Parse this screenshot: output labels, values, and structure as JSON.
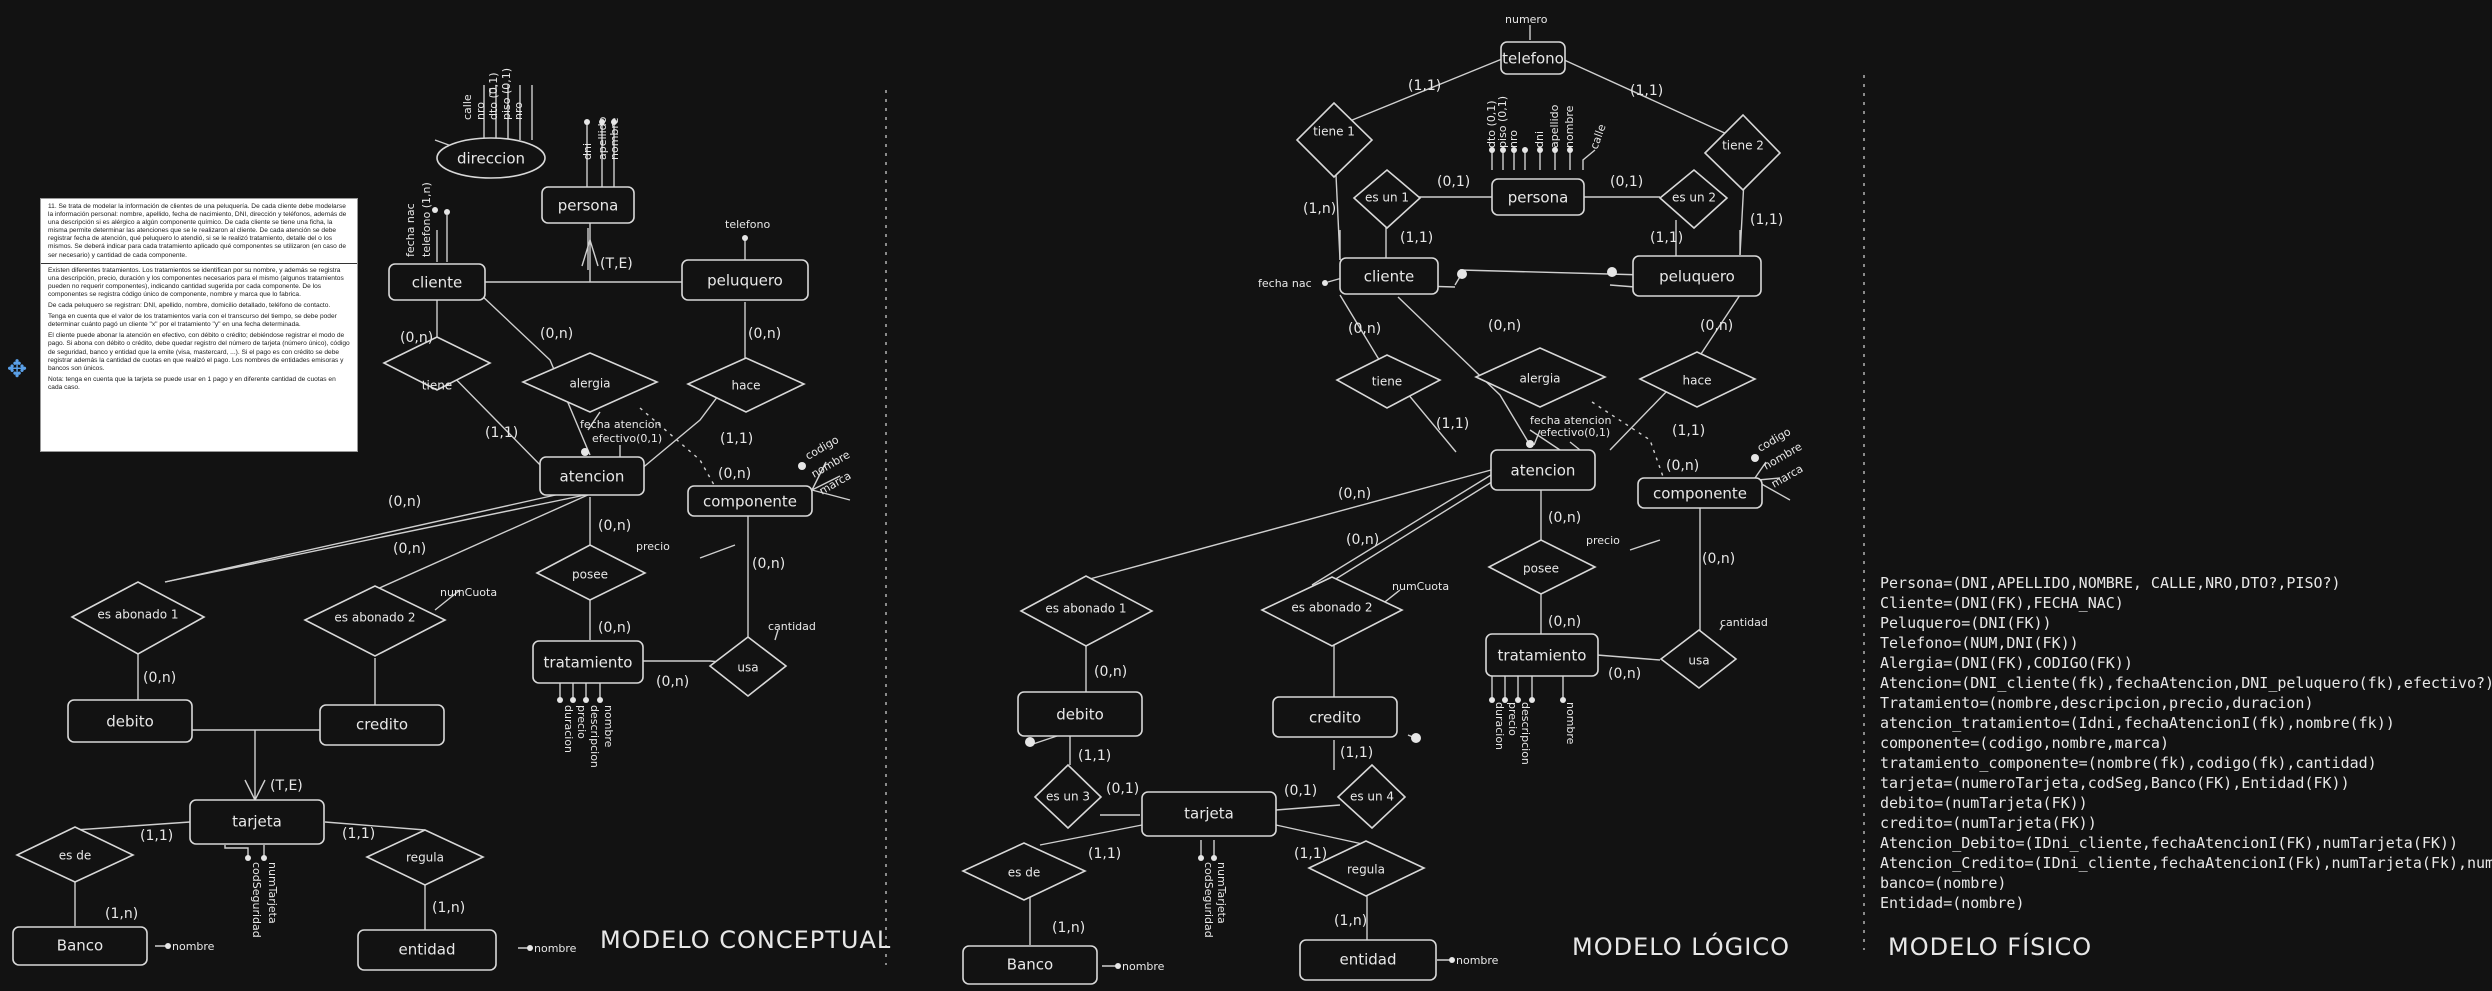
{
  "sections": {
    "conceptual": "MODELO CONCEPTUAL",
    "logical": "MODELO LÓGICO",
    "physical": "MODELO FÍSICO"
  },
  "statement": {
    "p1": "11. Se trata de modelar la información de clientes de una peluquería. De cada cliente debe modelarse la información personal: nombre, apellido, fecha de nacimiento, DNI, dirección y teléfonos, además de una descripción si es alérgico a algún componente químico. De cada cliente se tiene una ficha, la misma permite determinar las atenciones que se le realizaron al cliente. De cada atención se debe registrar fecha de atención, qué peluquero lo atendió, si se le realizó tratamiento, detalle del o los mismos. Se deberá indicar para cada tratamiento aplicado qué componentes se utilizaron (en caso de ser necesario) y cantidad de cada componente.",
    "p2": "Existen diferentes tratamientos. Los tratamientos se identifican por su nombre, y además se registra una descripción, precio, duración y los componentes necesarios para el mismo (algunos tratamientos pueden no requerir componentes), indicando cantidad sugerida por cada componente. De los componentes se registra código único de componente, nombre y marca que lo fabrica.",
    "p3": "De cada peluquero se registran: DNI, apellido, nombre, domicilio detallado, teléfono de contacto.",
    "p4": "Tenga en cuenta que el valor de los tratamientos varía con el transcurso del tiempo, se debe poder determinar cuánto pagó un cliente \"x\" por el tratamiento \"y\" en una fecha determinada.",
    "p5": "El cliente puede abonar la atención en efectivo, con débito o crédito; debiéndose registrar el modo de pago. Si abona con débito o crédito, debe quedar registro del número de tarjeta (número único), código de seguridad, banco y entidad que la emite (visa, mastercard, ...). Si el pago es con crédito se debe registrar además la cantidad de cuotas en que realizó el pago. Los nombres de entidades emisoras y bancos son únicos.",
    "p6": "Nota: tenga en cuenta que la tarjeta se puede usar en 1 pago y en diferente cantidad de cuotas en cada caso."
  },
  "conceptual": {
    "entities": {
      "persona": "persona",
      "cliente": "cliente",
      "peluquero": "peluquero",
      "atencion": "atencion",
      "componente": "componente",
      "tratamiento": "tratamiento",
      "debito": "debito",
      "credito": "credito",
      "tarjeta": "tarjeta",
      "banco": "Banco",
      "entidad": "entidad"
    },
    "relations": {
      "tiene": "tiene",
      "alergia": "alergia",
      "hace": "hace",
      "posee": "posee",
      "usa": "usa",
      "abonado1": "es abonado 1",
      "abonado2": "es abonado 2",
      "esde": "es de",
      "regula": "regula"
    },
    "composite": "direccion",
    "attrs": {
      "dir": [
        "calle",
        "nro",
        "dto (0,1)",
        "piso (0,1)",
        "nro"
      ],
      "persona": [
        "dni",
        "apellido",
        "nombre"
      ],
      "cliente": [
        "fecha nac",
        "telefono (1,n)"
      ],
      "peluquero": "telefono",
      "atencion": [
        "fecha atencion",
        "efectivo(0,1)"
      ],
      "componente": [
        "codigo",
        "nombre",
        "marca"
      ],
      "posee": "precio",
      "tratamiento": [
        "duracion",
        "precio",
        "descripcion",
        "nombre"
      ],
      "usa": "cantidad",
      "abonado2": "numCuota",
      "tarjeta": [
        "codSeguridad",
        "numTarjeta"
      ],
      "banco": "nombre",
      "entidad": "nombre"
    },
    "cards": {
      "te1": "(T,E)",
      "te2": "(T,E)",
      "c_cli_tiene": "(0,n)",
      "c_cli_alergia": "(0,n)",
      "c_pel_hace": "(0,n)",
      "c_at_tiene": "(1,1)",
      "c_at_hace": "(1,1)",
      "c_comp_alergia": "(0,n)",
      "c_at_posee": "(0,n)",
      "c_trat_posee": "(0,n)",
      "c_comp_usa": "(0,n)",
      "c_trat_usa": "(0,n)",
      "c_at_ab1": "(0,n)",
      "c_at_ab2": "(0,n)",
      "c_deb": "(0,n)",
      "c_tar_esde": "(1,1)",
      "c_tar_reg": "(1,1)",
      "c_banco": "(1,n)",
      "c_entidad": "(1,n)"
    }
  },
  "logical": {
    "entities": {
      "telefono": "telefono",
      "persona": "persona",
      "cliente": "cliente",
      "peluquero": "peluquero",
      "atencion": "atencion",
      "componente": "componente",
      "tratamiento": "tratamiento",
      "debito": "debito",
      "credito": "credito",
      "tarjeta": "tarjeta",
      "banco": "Banco",
      "entidad": "entidad"
    },
    "relations": {
      "tiene1": "tiene 1",
      "tiene2": "tiene 2",
      "esun1": "es un 1",
      "esun2": "es un 2",
      "esun3": "es un 3",
      "esun4": "es un 4",
      "tiene": "tiene",
      "alergia": "alergia",
      "hace": "hace",
      "posee": "posee",
      "usa": "usa",
      "abonado1": "es abonado 1",
      "abonado2": "es abonado 2",
      "esde": "es de",
      "regula": "regula"
    },
    "attrs": {
      "telefono": "numero",
      "persona": [
        "dto (0,1)",
        "piso (0,1)",
        "nro",
        "dni",
        "apellido",
        "nombre",
        "calle"
      ],
      "cliente": "fecha nac",
      "atencion": [
        "fecha atencion",
        "efectivo(0,1)"
      ],
      "componente": [
        "codigo",
        "nombre",
        "marca"
      ],
      "posee": "precio",
      "tratamiento": [
        "duracion",
        "precio",
        "descripcion",
        "nombre"
      ],
      "usa": "cantidad",
      "abonado2": "numCuota",
      "tarjeta": [
        "codSeguridad",
        "numTarjeta"
      ],
      "banco": "nombre",
      "entidad": "nombre"
    },
    "cards": {
      "tel1": "(1,1)",
      "tel2": "(1,1)",
      "t1n": "(1,n)",
      "t2n": "(1,1)",
      "eu1a": "(0,1)",
      "eu1b": "(1,1)",
      "eu2a": "(0,1)",
      "eu2b": "(1,1)",
      "cli_tiene": "(0,n)",
      "cli_alergia": "(0,n)",
      "pel_hace": "(0,n)",
      "at_tiene": "(1,1)",
      "at_hace": "(1,1)",
      "comp_al": "(0,n)",
      "at_posee": "(0,n)",
      "trat_posee": "(0,n)",
      "comp_usa": "(0,n)",
      "trat_usa": "(0,n)",
      "at_ab1": "(0,n)",
      "at_ab2": "(0,n)",
      "deb": "(0,n)",
      "eu3a": "(1,1)",
      "eu3b": "(0,1)",
      "eu4a": "(1,1)",
      "eu4b": "(0,1)",
      "tar_esde": "(1,1)",
      "tar_reg": "(1,1)",
      "banco": "(1,n)",
      "entidad": "(1,n)"
    }
  },
  "physical_lines": [
    "Persona=(DNI,APELLIDO,NOMBRE, CALLE,NRO,DTO?,PISO?)",
    "Cliente=(DNI(FK),FECHA_NAC)",
    "Peluquero=(DNI(FK))",
    "Telefono=(NUM,DNI(FK))",
    "Alergia=(DNI(FK),CODIGO(FK))",
    "Atencion=(DNI_cliente(fk),fechaAtencion,DNI_peluquero(fk),efectivo?))",
    "Tratamiento=(nombre,descripcion,precio,duracion)",
    "atencion_tratamiento=(Idni,fechaAtencionI(fk),nombre(fk))",
    "componente=(codigo,nombre,marca)",
    "tratamiento_componente=(nombre(fk),codigo(fk),cantidad)",
    "tarjeta=(numeroTarjeta,codSeg,Banco(FK),Entidad(FK))",
    "debito=(numTarjeta(FK))",
    "credito=(numTarjeta(FK))",
    "Atencion_Debito=(IDni_cliente,fechaAtencionI(FK),numTarjeta(FK))",
    "Atencion_Credito=(IDni_cliente,fechaAtencionI(Fk),numTarjeta(Fk),numCuota)",
    "banco=(nombre)",
    "Entidad=(nombre)"
  ]
}
